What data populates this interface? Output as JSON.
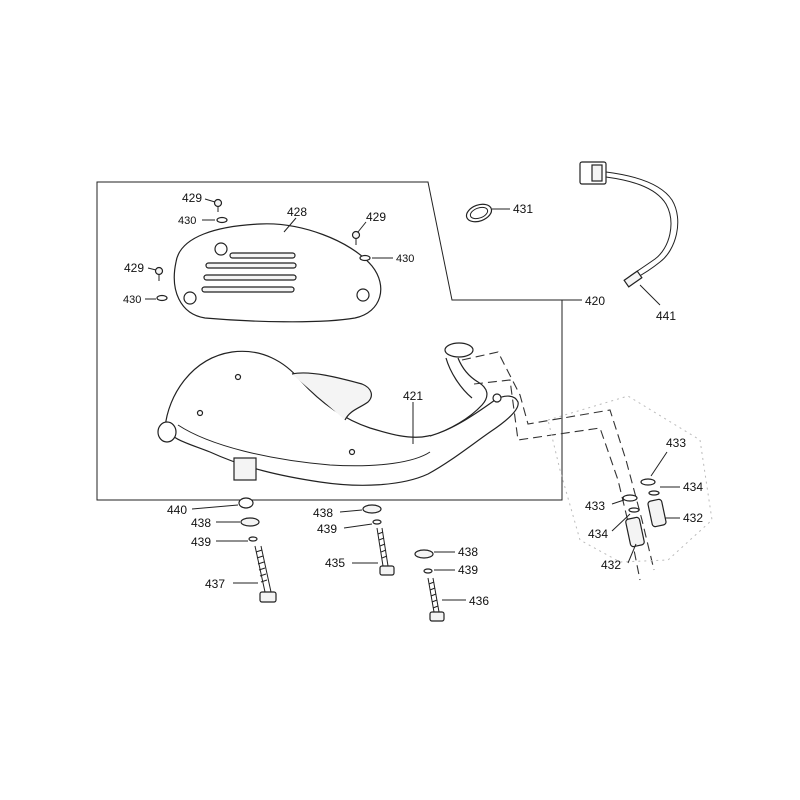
{
  "diagram": {
    "labels": {
      "l420": "420",
      "l421": "421",
      "l428": "428",
      "l429a": "429",
      "l429b": "429",
      "l429c": "429",
      "l430a": "430",
      "l430b": "430",
      "l430c": "430",
      "l431": "431",
      "l441": "441",
      "l432a": "432",
      "l432b": "432",
      "l433a": "433",
      "l433b": "433",
      "l434a": "434",
      "l434b": "434",
      "l435": "435",
      "l436": "436",
      "l437": "437",
      "l438a": "438",
      "l438b": "438",
      "l438c": "438",
      "l439a": "439",
      "l439b": "439",
      "l439c": "439",
      "l440": "440"
    }
  }
}
